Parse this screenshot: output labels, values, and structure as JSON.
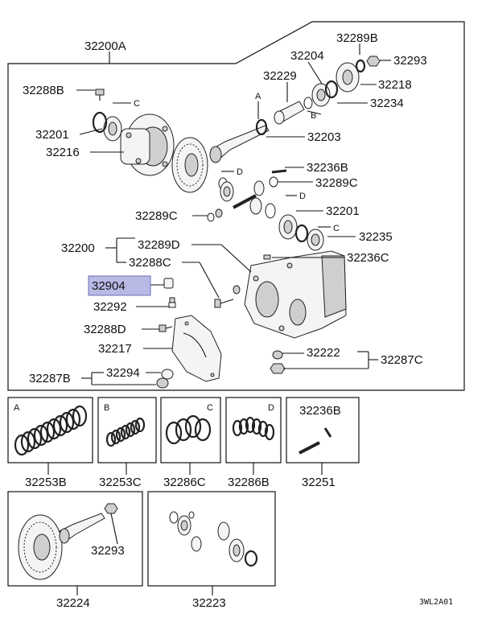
{
  "labels": {
    "p32200a": "32200A",
    "p32289b": "32289B",
    "p32204": "32204",
    "p32293_top": "32293",
    "p32229": "32229",
    "p32218": "32218",
    "p32288b": "32288B",
    "letter_a_main": "A",
    "letter_c_top": "C",
    "p32234": "32234",
    "letter_b_main": "B",
    "p32201_left": "32201",
    "p32203": "32203",
    "p32216": "32216",
    "p32236b_main": "32236B",
    "letter_d_top": "D",
    "p32289c_right": "32289C",
    "letter_d_mid": "D",
    "p32289c_left": "32289C",
    "p32201_right": "32201",
    "letter_c_mid": "C",
    "p32235": "32235",
    "p32200": "32200",
    "p32289d": "32289D",
    "p32236c": "32236C",
    "p32288c": "32288C",
    "p32904": "32904",
    "p32292": "32292",
    "p32288d": "32288D",
    "p32217": "32217",
    "p32222": "32222",
    "p32287c": "32287C",
    "p32294": "32294",
    "p32287b": "32287B",
    "box_a_letter": "A",
    "box_b_letter": "B",
    "box_c_letter": "C",
    "box_d_letter": "D",
    "box_32236b": "32236B",
    "p32253b": "32253B",
    "p32253c": "32253C",
    "p32286c": "32286C",
    "p32286b": "32286B",
    "p32251": "32251",
    "p32293_kit": "32293",
    "p32224": "32224",
    "p32223": "32223",
    "diagram_code": "3WL2A01"
  },
  "highlight": {
    "part": "32904",
    "color": "#b9b9e6"
  }
}
